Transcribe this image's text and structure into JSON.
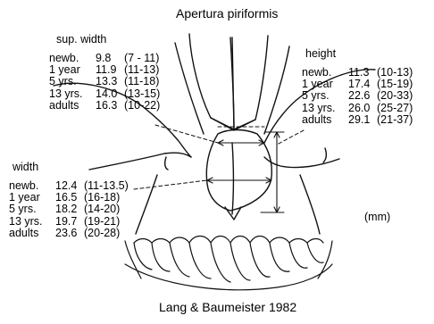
{
  "title": "Apertura piriformis",
  "unit": "(mm)",
  "credit": "Lang & Baumeister 1982",
  "tables": {
    "sup_width": {
      "heading": "sup. width",
      "rows": [
        {
          "age": "newb.",
          "mean": "9.8",
          "range": "(7 - 11)"
        },
        {
          "age": "1 year",
          "mean": "11.9",
          "range": "(11-13)"
        },
        {
          "age": "5 yrs.",
          "mean": "13.3",
          "range": "(11-18)"
        },
        {
          "age": "13 yrs.",
          "mean": "14.0",
          "range": "(13-15)"
        },
        {
          "age": "adults",
          "mean": "16.3",
          "range": "(10-22)"
        }
      ]
    },
    "height": {
      "heading": "height",
      "rows": [
        {
          "age": "newb.",
          "mean": "11.3",
          "range": "(10-13)"
        },
        {
          "age": "1 year",
          "mean": "17.4",
          "range": "(15-19)"
        },
        {
          "age": "5 yrs.",
          "mean": "22.6",
          "range": "(20-33)"
        },
        {
          "age": "13 yrs.",
          "mean": "26.0",
          "range": "(25-27)"
        },
        {
          "age": "adults",
          "mean": "29.1",
          "range": "(21-37)"
        }
      ]
    },
    "width": {
      "heading": "width",
      "rows": [
        {
          "age": "newb.",
          "mean": "12.4",
          "range": "(11-13.5)"
        },
        {
          "age": "1 year",
          "mean": "16.5",
          "range": "(16-18)"
        },
        {
          "age": "5 yrs.",
          "mean": "18.2",
          "range": "(14-20)"
        },
        {
          "age": "13 yrs.",
          "mean": "19.7",
          "range": "(19-21)"
        },
        {
          "age": "adults",
          "mean": "23.6",
          "range": "(20-28)"
        }
      ]
    }
  }
}
